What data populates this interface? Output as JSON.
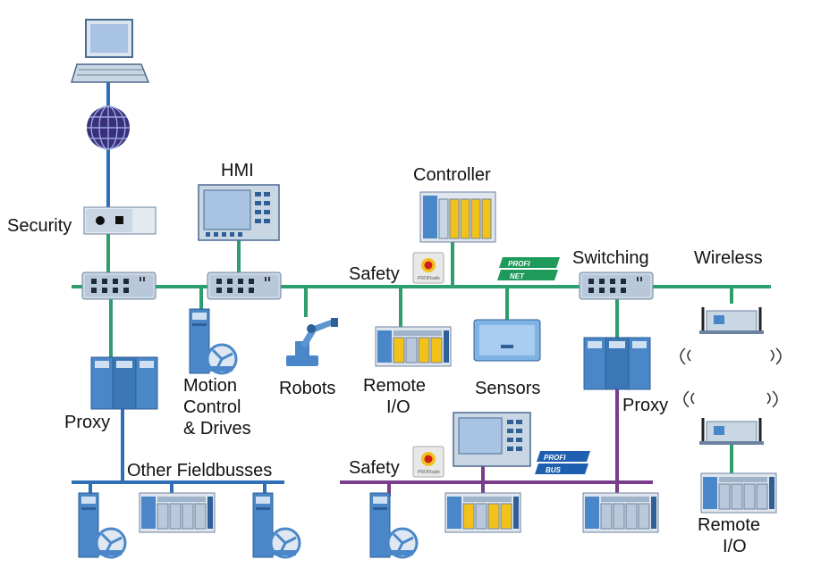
{
  "colors": {
    "ethernet_green": "#2e9e6e",
    "fieldbus_blue": "#2f6fb5",
    "profibus_purple": "#7a3d8c",
    "device_blue": "#4a87c9",
    "yellow_module": "#f2c21b",
    "profinet_green": "#1e9a5a",
    "profibus_blue": "#1f5fb0"
  },
  "labels": {
    "hmi": "HMI",
    "controller": "Controller",
    "security": "Security",
    "safety_top": "Safety",
    "switching": "Switching",
    "wireless": "Wireless",
    "motion_line1": "Motion",
    "motion_line2": "Control",
    "motion_line3": "& Drives",
    "robots": "Robots",
    "remote_io_mid_line1": "Remote",
    "remote_io_mid_line2": "I/O",
    "sensors": "Sensors",
    "proxy_left": "Proxy",
    "proxy_right": "Proxy",
    "other_fieldbusses": "Other Fieldbusses",
    "safety_bottom": "Safety",
    "remote_io_right_line1": "Remote",
    "remote_io_right_line2": "I/O"
  },
  "logos": {
    "profinet": "PROFINET",
    "profibus": "PROFIBUS",
    "profisafe": "PROFIsafe"
  },
  "icons": [
    "computer-icon",
    "globe-icon",
    "security-module-icon",
    "hmi-panel-icon",
    "controller-plc-icon",
    "network-switch-icon",
    "drive-icon",
    "robot-arm-icon",
    "remote-io-icon",
    "sensor-icon",
    "proxy-icon",
    "access-point-icon",
    "profisafe-icon"
  ]
}
